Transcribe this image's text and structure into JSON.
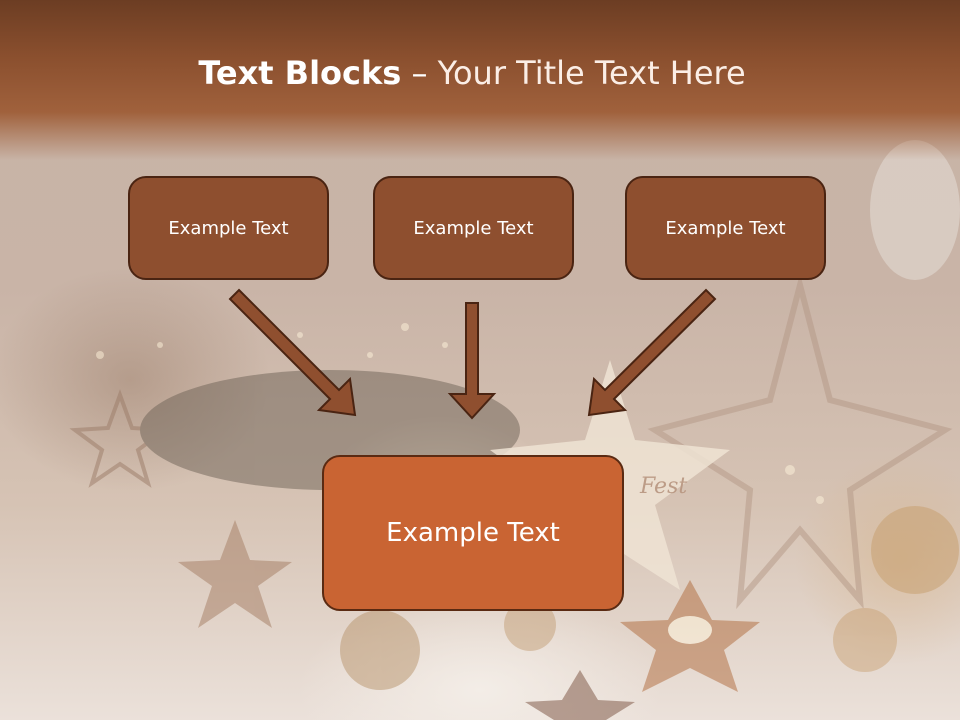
{
  "title": {
    "strong": "Text Blocks",
    "separator": " – ",
    "light": "Your Title Text Here"
  },
  "top_boxes": [
    {
      "label": "Example Text"
    },
    {
      "label": "Example Text"
    },
    {
      "label": "Example Text"
    }
  ],
  "center_box": {
    "label": "Example Text"
  },
  "decor_text": "Fest",
  "colors": {
    "title_band": "#8a4f2e",
    "top_box_fill": "#8e4f2f",
    "center_box_fill": "#c96433",
    "arrow": "#8f4f2f",
    "outline": "#4a2412"
  }
}
